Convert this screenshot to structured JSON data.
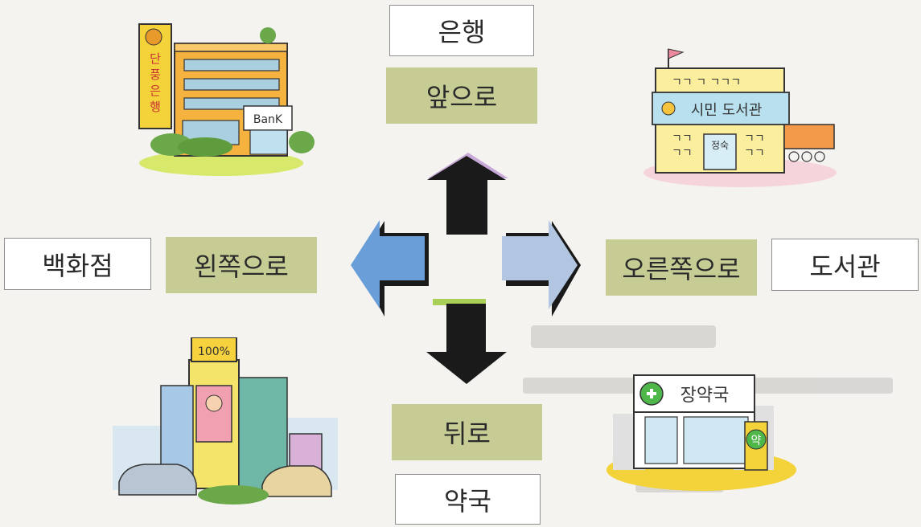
{
  "labels": {
    "bank": "은행",
    "forward": "앞으로",
    "department_store": "백화점",
    "left": "왼쪽으로",
    "right": "오른쪽으로",
    "library": "도서관",
    "backward": "뒤로",
    "pharmacy": "약국"
  },
  "illustrations": {
    "bank_sign_vertical": "단풍은행",
    "bank_sign": "BanK",
    "library_sign": "시민 도서관",
    "library_door": "정숙",
    "store_sign": "100%",
    "pharmacy_sign": "장약국",
    "pharmacy_stand": "약"
  },
  "colors": {
    "label_green": "#c7cc95",
    "arrow_dark": "#1a1a1a",
    "arrow_up_shadow": "#c8a8d8",
    "arrow_down_shadow": "#a9cf58",
    "arrow_left": "#6a9ed8",
    "arrow_right": "#b2c6e2"
  }
}
